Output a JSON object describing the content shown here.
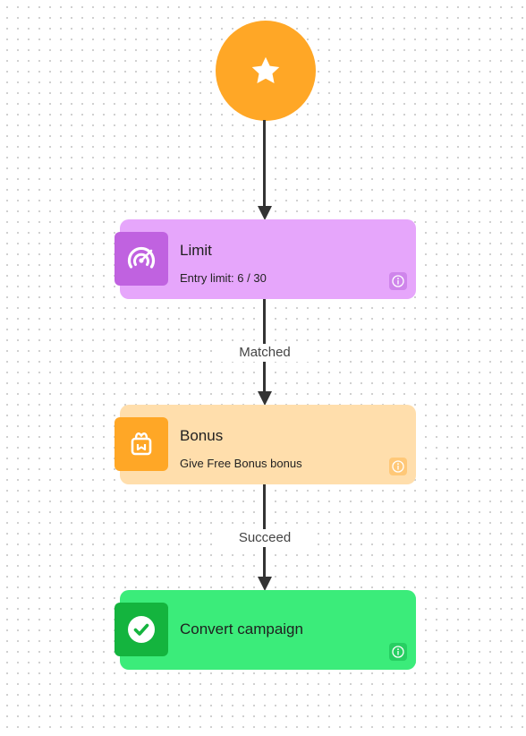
{
  "start": {
    "icon": "star-icon",
    "color": "#FFA726"
  },
  "edges": [
    {
      "label": ""
    },
    {
      "label": "Matched"
    },
    {
      "label": "Succeed"
    }
  ],
  "nodes": [
    {
      "title": "Limit",
      "subtitle": "Entry limit: 6 / 30",
      "icon": "gauge-icon",
      "color": "#E6A6FB",
      "icon_color": "#C062E0"
    },
    {
      "title": "Bonus",
      "subtitle": "Give Free Bonus bonus",
      "icon": "gift-bag-icon",
      "color": "#FFDEAC",
      "icon_color": "#FFA726"
    },
    {
      "title": "Convert campaign",
      "subtitle": "",
      "icon": "check-circle-icon",
      "color": "#3BEC7A",
      "icon_color": "#14B43E"
    }
  ]
}
